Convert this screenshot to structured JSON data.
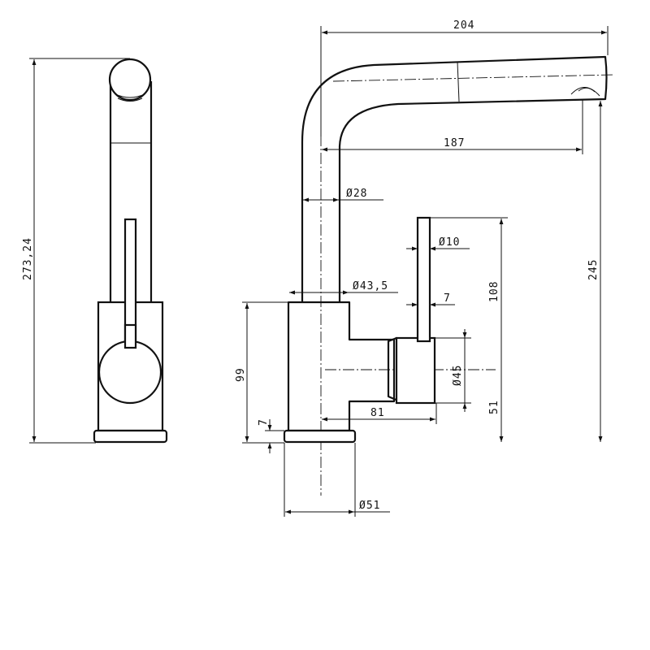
{
  "drawing": {
    "front_view": {
      "overall_height": "273,24"
    },
    "side_view": {
      "spout_reach": "204",
      "spout_center_reach": "187",
      "spout_diameter": "Ø28",
      "lever_diameter": "Ø10",
      "body_diameter": "Ø43,5",
      "lever_offset": "7",
      "lever_height": "108",
      "spout_height": "245",
      "handle_diameter": "Ø45",
      "body_height": "99",
      "handle_axis_height": "51",
      "handle_reach": "81",
      "base_thickness": "7",
      "base_diameter": "Ø51"
    }
  }
}
